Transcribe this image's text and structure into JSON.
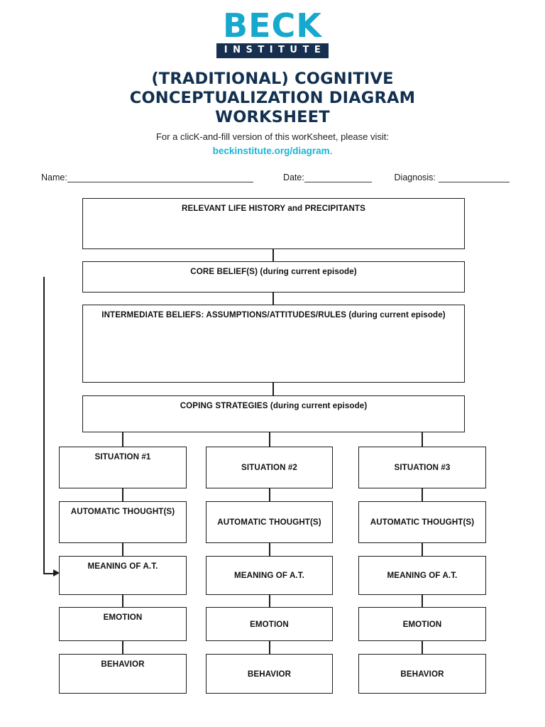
{
  "brand": {
    "logo_primary": "BECK",
    "logo_secondary": "INSTITUTE",
    "logo_color": "#17a8cd",
    "logo_bar_color": "#17304f"
  },
  "header": {
    "title_line1": "(TRADITIONAL) COGNITIVE",
    "title_line2": "CONCEPTUALIZATION DIAGRAM",
    "title_line3": "WORKSHEET",
    "title_color": "#12304f",
    "subtitle": "For a clicK-and-fill version of this worKsheet, please visit:",
    "link_text": "beckinstitute.org/diagram",
    "link_color": "#17b4d8",
    "link_trailing": "."
  },
  "fields": {
    "name_label": "Name:",
    "name_value": "",
    "date_label": "Date:",
    "date_value": "",
    "diagnosis_label": "Diagnosis:",
    "diagnosis_value": ""
  },
  "diagram": {
    "trunk": [
      {
        "key": "life_history",
        "label": "RELEVANT LIFE HISTORY and PRECIPITANTS",
        "value": ""
      },
      {
        "key": "core_beliefs",
        "label": "CORE BELIEF(S) (during current episode)",
        "value": ""
      },
      {
        "key": "intermediate_beliefs",
        "label": "INTERMEDIATE BELIEFS: ASSUMPTIONS/ATTITUDES/RULES (during current episode)",
        "value": ""
      },
      {
        "key": "coping_strategies",
        "label": "COPING STRATEGIES (during current episode)",
        "value": ""
      }
    ],
    "columns": [
      {
        "situation": "SITUATION #1",
        "automatic_thoughts": "AUTOMATIC  THOUGHT(S)",
        "meaning": "MEANING OF A.T.",
        "emotion": "EMOTION",
        "behavior": "BEHAVIOR"
      },
      {
        "situation": "SITUATION #2",
        "automatic_thoughts": "AUTOMATIC  THOUGHT(S)",
        "meaning": "MEANING OF A.T.",
        "emotion": "EMOTION",
        "behavior": "BEHAVIOR"
      },
      {
        "situation": "SITUATION #3",
        "automatic_thoughts": "AUTOMATIC  THOUGHT(S)",
        "meaning": "MEANING OF A.T.",
        "emotion": "EMOTION",
        "behavior": "BEHAVIOR"
      }
    ],
    "feedback_arrow": {
      "from": "core_beliefs",
      "to": "meaning_of_at_column_1"
    }
  }
}
